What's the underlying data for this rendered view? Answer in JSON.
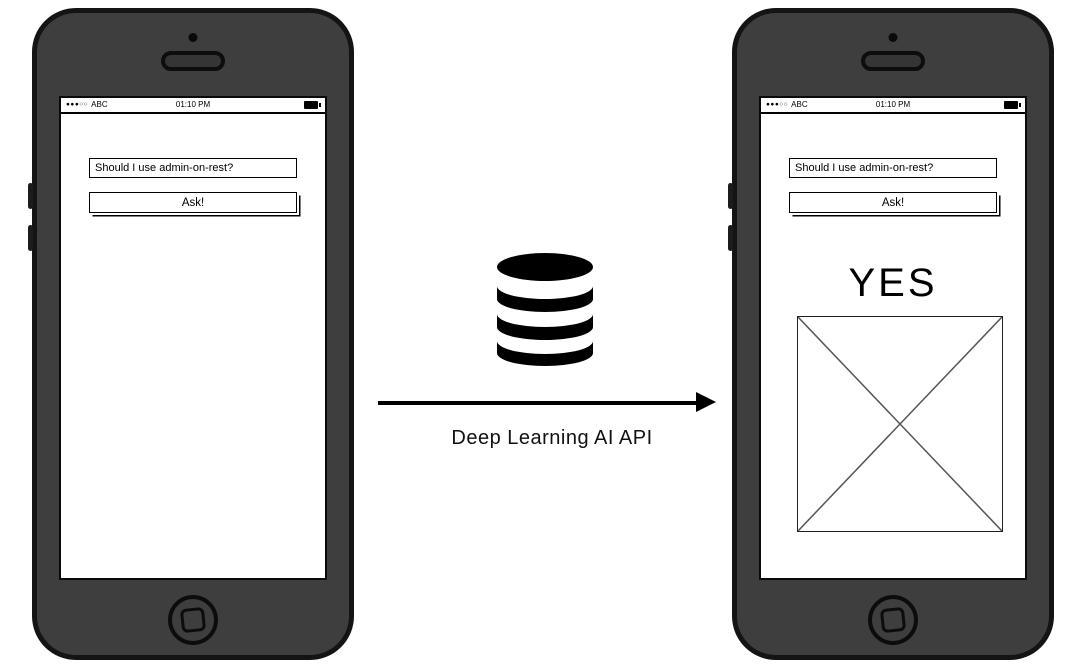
{
  "diagram": {
    "api_label": "Deep Learning AI API"
  },
  "colors": {
    "phone_body": "#3e3e3e",
    "outline": "#141414",
    "screen_bg": "#ffffff",
    "ink": "#000000"
  },
  "icons": {
    "database": "database-icon",
    "arrow": "arrow-right-icon",
    "battery": "battery-icon",
    "signal": "signal-strength-icon",
    "camera": "camera-icon",
    "speaker": "speaker-icon",
    "home": "home-button",
    "image_placeholder": "image-placeholder-icon"
  },
  "left_phone": {
    "status_bar": {
      "signal": "●●●○○",
      "carrier": "ABC",
      "time": "01:10 PM"
    },
    "question_input": {
      "value": "Should I use admin-on-rest?"
    },
    "ask_button_label": "Ask!"
  },
  "right_phone": {
    "status_bar": {
      "signal": "●●●○○",
      "carrier": "ABC",
      "time": "01:10 PM"
    },
    "question_input": {
      "value": "Should I use admin-on-rest?"
    },
    "ask_button_label": "Ask!",
    "answer_text": "YES"
  }
}
